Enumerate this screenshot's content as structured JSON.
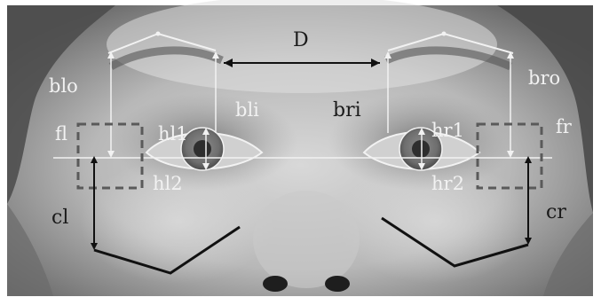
{
  "figure": {
    "description_colors": {
      "background": "#ffffff",
      "skin_light": "#d9d9d9",
      "skin_mid": "#9a9a9a",
      "hair": "#3a3a3a",
      "annotation_white": "#f2f2f2",
      "annotation_black": "#111111",
      "dashed_box": "#5a5a5a"
    },
    "labels": {
      "D": "D",
      "blo": "blo",
      "bli": "bli",
      "bri": "bri",
      "bro": "bro",
      "fl": "fl",
      "fr": "fr",
      "hl1": "hl1",
      "hl2": "hl2",
      "hr1": "hr1",
      "hr2": "hr2",
      "cl": "cl",
      "cr": "cr"
    }
  }
}
